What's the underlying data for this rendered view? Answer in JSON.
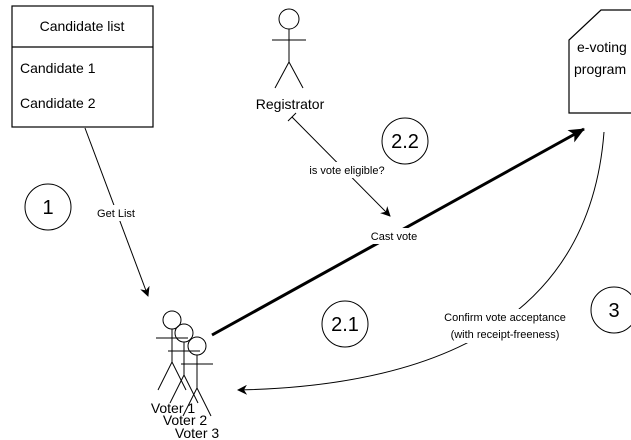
{
  "candidate_list": {
    "title": "Candidate list",
    "items": [
      "Candidate 1",
      "Candidate 2"
    ]
  },
  "actors": {
    "registrator": "Registrator",
    "voters": [
      "Voter 1",
      "Voter 2",
      "Voter 3"
    ]
  },
  "evoting_program": {
    "line1": "e-voting",
    "line2": "program"
  },
  "edges": {
    "get_list": "Get List",
    "is_vote_eligible": "is vote eligible?",
    "cast_vote": "Cast vote",
    "confirm_line1": "Confirm vote acceptance",
    "confirm_line2": "(with receipt-freeness)"
  },
  "steps": {
    "step_1": "1",
    "step_2_1": "2.1",
    "step_2_2": "2.2",
    "step_3": "3"
  }
}
